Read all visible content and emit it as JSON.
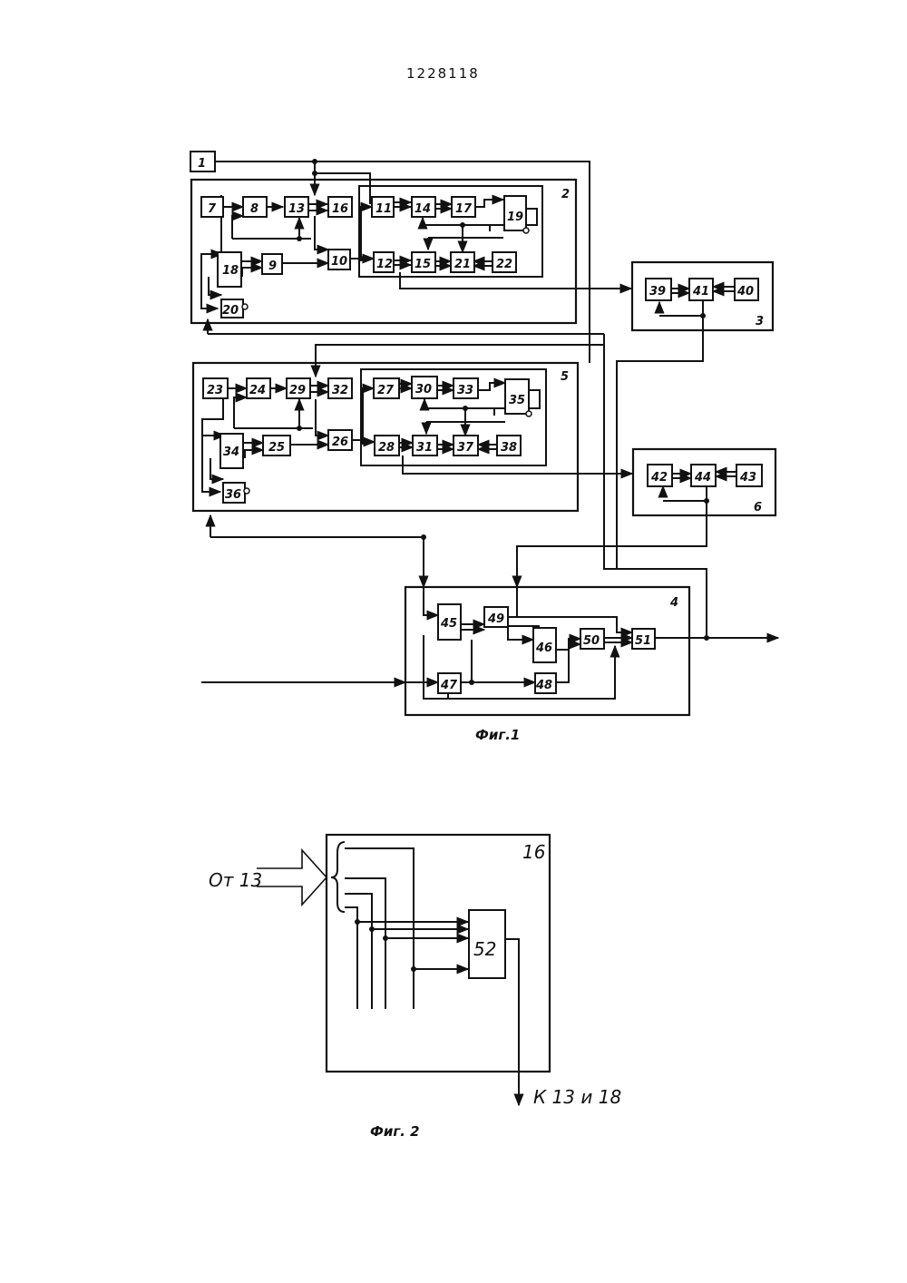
{
  "document": {
    "number": "1228118",
    "fig1_caption": "Фиг.1",
    "fig2_caption": "Фиг. 2"
  },
  "fig1": {
    "units": [
      "1",
      "2",
      "3",
      "4",
      "5",
      "6"
    ],
    "blocks": [
      "7",
      "8",
      "9",
      "10",
      "11",
      "12",
      "13",
      "14",
      "15",
      "16",
      "17",
      "18",
      "19",
      "20",
      "21",
      "22",
      "23",
      "24",
      "25",
      "26",
      "27",
      "28",
      "29",
      "30",
      "31",
      "32",
      "33",
      "34",
      "35",
      "36",
      "37",
      "38",
      "39",
      "40",
      "41",
      "42",
      "43",
      "44",
      "45",
      "46",
      "47",
      "48",
      "49",
      "50",
      "51"
    ]
  },
  "fig2": {
    "unit": "16",
    "block": "52",
    "input_label": "От 13",
    "output_label": "К 13 и 18"
  }
}
